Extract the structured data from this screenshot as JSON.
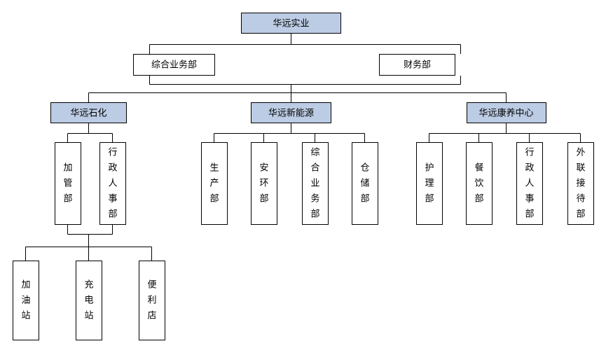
{
  "diagram": {
    "type": "organization-chart",
    "title_node": "华远实业",
    "colors": {
      "node_fill_highlight": "#bccce4",
      "node_fill_plain": "#ffffff",
      "border": "#000000",
      "background": "#ffffff",
      "text": "#000000"
    },
    "nodes": {
      "root": {
        "label": "华远实业",
        "fill": "highlight",
        "orientation": "horizontal"
      },
      "staff_left": {
        "label": "综合业务部",
        "fill": "plain",
        "orientation": "horizontal"
      },
      "staff_right": {
        "label": "财务部",
        "fill": "plain",
        "orientation": "horizontal"
      },
      "div_petro": {
        "label": "华远石化",
        "fill": "highlight",
        "orientation": "horizontal"
      },
      "div_energy": {
        "label": "华远新能源",
        "fill": "highlight",
        "orientation": "horizontal"
      },
      "div_health": {
        "label": "华远康养中心",
        "fill": "highlight",
        "orientation": "horizontal"
      },
      "petro_d1": {
        "label": "加管部",
        "fill": "plain",
        "orientation": "vertical"
      },
      "petro_d2": {
        "label": "行政人事部",
        "fill": "plain",
        "orientation": "vertical"
      },
      "energy_d1": {
        "label": "生产部",
        "fill": "plain",
        "orientation": "vertical"
      },
      "energy_d2": {
        "label": "安环部",
        "fill": "plain",
        "orientation": "vertical"
      },
      "energy_d3": {
        "label": "综合业务部",
        "fill": "plain",
        "orientation": "vertical"
      },
      "energy_d4": {
        "label": "仓储部",
        "fill": "plain",
        "orientation": "vertical"
      },
      "health_d1": {
        "label": "护理部",
        "fill": "plain",
        "orientation": "vertical"
      },
      "health_d2": {
        "label": "餐饮部",
        "fill": "plain",
        "orientation": "vertical"
      },
      "health_d3": {
        "label": "行政人事部",
        "fill": "plain",
        "orientation": "vertical"
      },
      "health_d4": {
        "label": "外联接待部",
        "fill": "plain",
        "orientation": "vertical"
      },
      "site_1": {
        "label": "加油站",
        "fill": "plain",
        "orientation": "vertical"
      },
      "site_2": {
        "label": "充电站",
        "fill": "plain",
        "orientation": "vertical"
      },
      "site_3": {
        "label": "便利店",
        "fill": "plain",
        "orientation": "vertical"
      }
    },
    "levels": [
      {
        "name": "level-1-company",
        "members": [
          "华远实业"
        ]
      },
      {
        "name": "level-2-staff",
        "members": [
          "综合业务部",
          "财务部"
        ]
      },
      {
        "name": "level-3-divisions",
        "members": [
          "华远石化",
          "华远新能源",
          "华远康养中心"
        ]
      },
      {
        "name": "level-4-departments",
        "members": [
          "加管部",
          "行政人事部",
          "生产部",
          "安环部",
          "综合业务部",
          "仓储部",
          "护理部",
          "餐饮部",
          "行政人事部",
          "外联接待部"
        ]
      },
      {
        "name": "level-5-sites",
        "members": [
          "加油站",
          "充电站",
          "便利店"
        ]
      }
    ],
    "edges": [
      {
        "from": "华远实业",
        "to": "综合业务部"
      },
      {
        "from": "华远实业",
        "to": "财务部"
      },
      {
        "from": "华远实业",
        "to": "华远石化"
      },
      {
        "from": "华远实业",
        "to": "华远新能源"
      },
      {
        "from": "华远实业",
        "to": "华远康养中心"
      },
      {
        "from": "华远石化",
        "to": "加管部"
      },
      {
        "from": "华远石化",
        "to": "行政人事部"
      },
      {
        "from": "加管部",
        "to": "加油站"
      },
      {
        "from": "加管部",
        "to": "充电站"
      },
      {
        "from": "加管部",
        "to": "便利店"
      },
      {
        "from": "华远新能源",
        "to": "生产部"
      },
      {
        "from": "华远新能源",
        "to": "安环部"
      },
      {
        "from": "华远新能源",
        "to": "综合业务部"
      },
      {
        "from": "华远新能源",
        "to": "仓储部"
      },
      {
        "from": "华远康养中心",
        "to": "护理部"
      },
      {
        "from": "华远康养中心",
        "to": "餐饮部"
      },
      {
        "from": "华远康养中心",
        "to": "行政人事部"
      },
      {
        "from": "华远康养中心",
        "to": "外联接待部"
      }
    ]
  }
}
